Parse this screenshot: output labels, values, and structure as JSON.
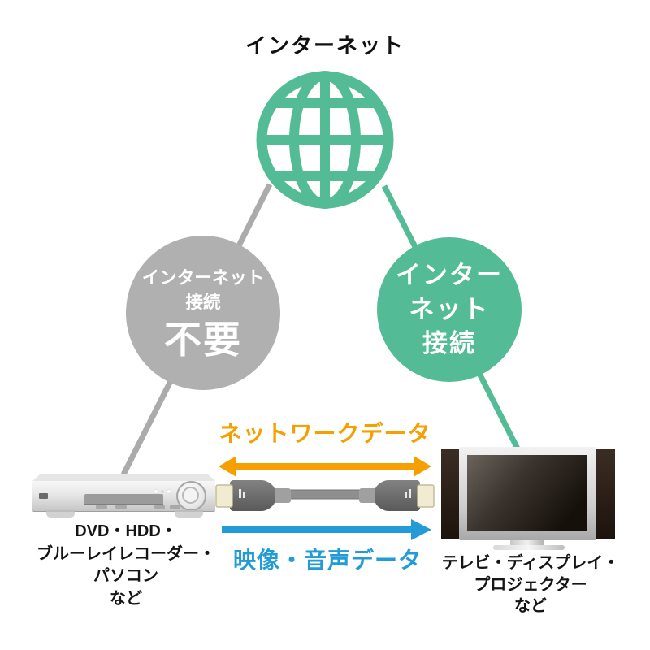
{
  "diagram": {
    "title": "インターネット",
    "colors": {
      "green": "#53BC96",
      "gray": "#B0B0B0",
      "gray-line": "#ABABAB",
      "orange": "#F5A000",
      "blue": "#229BD6",
      "ink": "#151515"
    },
    "icons": {
      "globe": "globe-icon",
      "recorder": "dvd-recorder-icon",
      "tv": "tv-display-icon",
      "cable": "hdmi-cable-icon"
    },
    "no_internet_circle": {
      "line1": "インターネット",
      "line2": "接続",
      "emphasis": "不要"
    },
    "internet_circle": {
      "lines": [
        "インター",
        "ネット",
        "接続"
      ]
    },
    "network_data_label": "ネットワークデータ",
    "av_data_label": "映像・音声データ",
    "source_device": {
      "lines": [
        "DVD・HDD・",
        "ブルーレイレコーダー・",
        "パソコン",
        "など"
      ]
    },
    "display_device": {
      "lines": [
        "テレビ・ディスプレイ・",
        "プロジェクター",
        "など"
      ]
    }
  }
}
